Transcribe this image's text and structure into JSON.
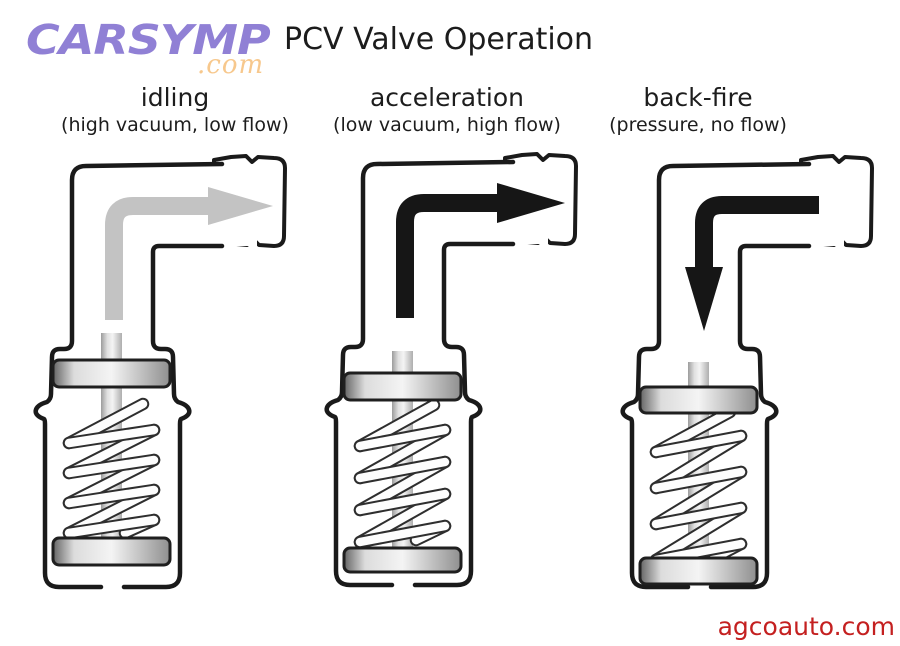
{
  "logo": {
    "brand": "CARSYMP",
    "tld": ".com",
    "brand_color": "#9080d5",
    "tld_color": "#f7c88d"
  },
  "title": "PCV Valve Operation",
  "columns": [
    {
      "id": "idling",
      "label": "idling",
      "sublabel": "(high vacuum, low flow)",
      "arrow_color": "#c3c3c3",
      "arrow_direction": "up-and-out-through-hose"
    },
    {
      "id": "acceleration",
      "label": "acceleration",
      "sublabel": "(low vacuum, high flow)",
      "arrow_color": "#161616",
      "arrow_direction": "up-and-out-through-hose"
    },
    {
      "id": "back-fire",
      "label": "back-fire",
      "sublabel": "(pressure, no flow)",
      "arrow_color": "#161616",
      "arrow_direction": "in-from-hose-down-into-valve"
    }
  ],
  "footer": {
    "site": "agcoauto.com",
    "color": "#c42020"
  },
  "colors": {
    "background": "#ffffff",
    "outline": "#1a1a1a",
    "idle_flow_gray": "#c3c3c3",
    "high_flow_black": "#161616"
  }
}
